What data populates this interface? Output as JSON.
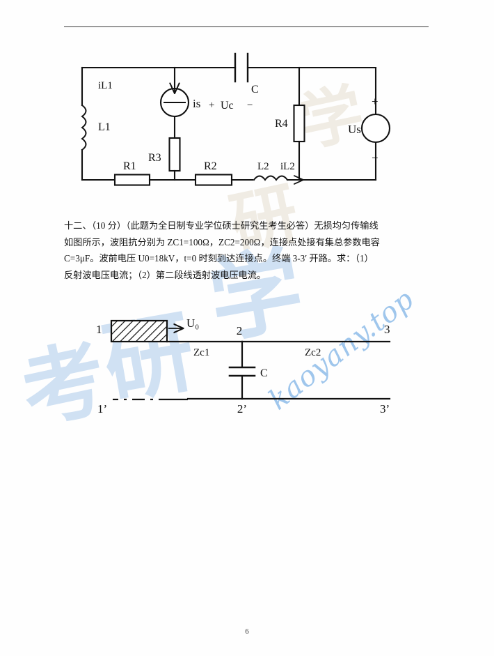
{
  "document": {
    "page_number": "6"
  },
  "figure_circuit": {
    "caption": "",
    "labels": {
      "iL1": "iL1",
      "L1": "L1",
      "R1": "R1",
      "R3": "R3",
      "is": "is",
      "C": "C",
      "uc_plus": "+",
      "uc": "Uc",
      "uc_minus": "−",
      "R2": "R2",
      "L2": "L2",
      "iL2": "iL2",
      "R4": "R4",
      "us": "Us",
      "us_plus": "+",
      "us_minus": "−"
    }
  },
  "question": {
    "number": "十二、",
    "marks": "（10 分）",
    "line1": "十二、（10 分）（此题为全日制专业学位硕士研究生考生必答）无损均匀传输线",
    "line2": "如图所示，波阻抗分别为 ZC1=100Ω，ZC2=200Ω，连接点处接有集总参数电容",
    "line3": "C=3μF。波前电压 U0=18kV，t=0 时刻到达连接点。终端 3-3′ 开路。求：（1）",
    "line4": "反射波电压电流；（2）第二段线透射波电压电流。",
    "values": {
      "ZC1": "ZC1=100Ω",
      "ZC2": "ZC2=200Ω",
      "C": "C=3μF",
      "U0": "U0=18kV",
      "t": "t=0",
      "terminal": "3-3′"
    }
  },
  "figure_transmission": {
    "labels": {
      "node1": "1",
      "node1p": "1’",
      "node2": "2",
      "node2p": "2’",
      "node3": "3",
      "node3p": "3’",
      "U0": "U₀",
      "Zc1": "Zc1",
      "Zc2": "Zc2",
      "C": "C"
    }
  },
  "watermark": {
    "site": "kaoyany.top",
    "cjk_a": "考",
    "cjk_b": "研",
    "cjk_c": "学",
    "color": "#9fc6ec"
  }
}
